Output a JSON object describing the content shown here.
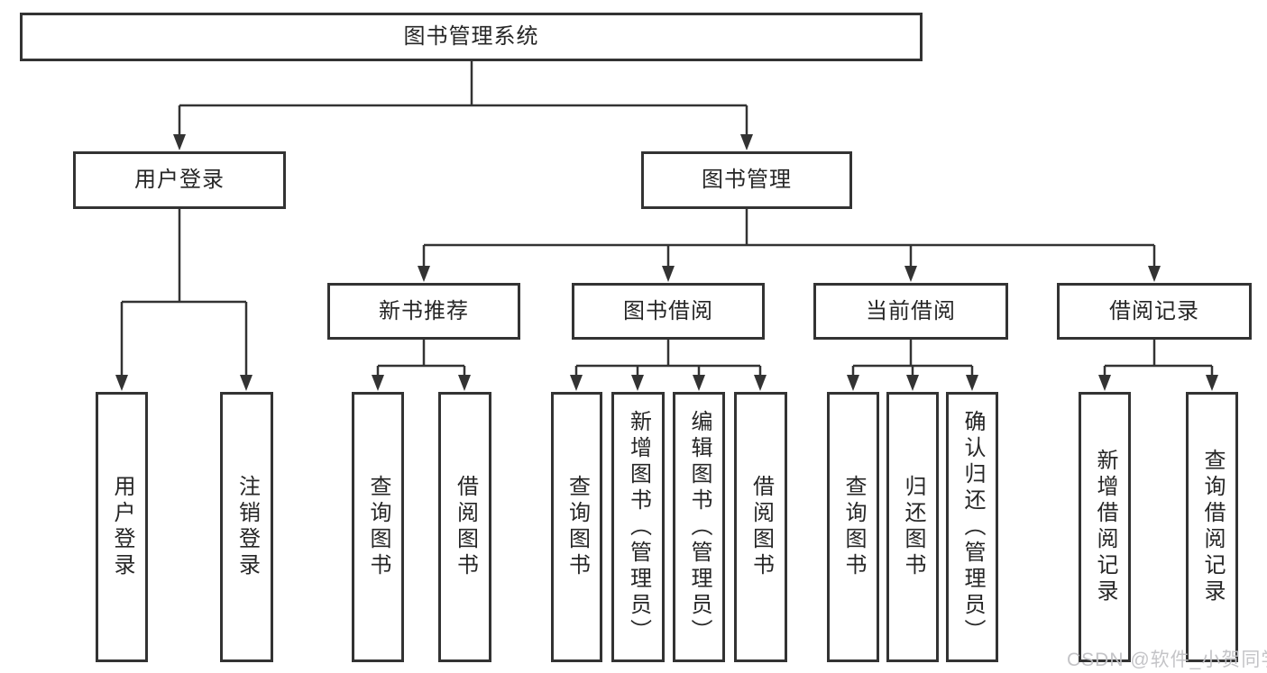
{
  "tree": {
    "root": {
      "label": "图书管理系统"
    },
    "branches": [
      {
        "label": "用户登录",
        "children": [
          {
            "label": "用户登录"
          },
          {
            "label": "注销登录"
          }
        ]
      },
      {
        "label": "图书管理",
        "children": [
          {
            "label": "新书推荐",
            "children": [
              {
                "label": "查询图书"
              },
              {
                "label": "借阅图书"
              }
            ]
          },
          {
            "label": "图书借阅",
            "children": [
              {
                "label": "查询图书"
              },
              {
                "label": "新增图书（管理员）"
              },
              {
                "label": "编辑图书（管理员）"
              },
              {
                "label": "借阅图书"
              }
            ]
          },
          {
            "label": "当前借阅",
            "children": [
              {
                "label": "查询图书"
              },
              {
                "label": "归还图书"
              },
              {
                "label": "确认归还（管理员）"
              }
            ]
          },
          {
            "label": "借阅记录",
            "children": [
              {
                "label": "新增借阅记录"
              },
              {
                "label": "查询借阅记录"
              }
            ]
          }
        ]
      }
    ]
  },
  "watermark": {
    "text": "CSDN @软件_小贺同学"
  },
  "colors": {
    "line": "#333333",
    "box_border": "#333333",
    "text": "#262626",
    "watermark": "#c1c1c5",
    "background": "#ffffff"
  }
}
